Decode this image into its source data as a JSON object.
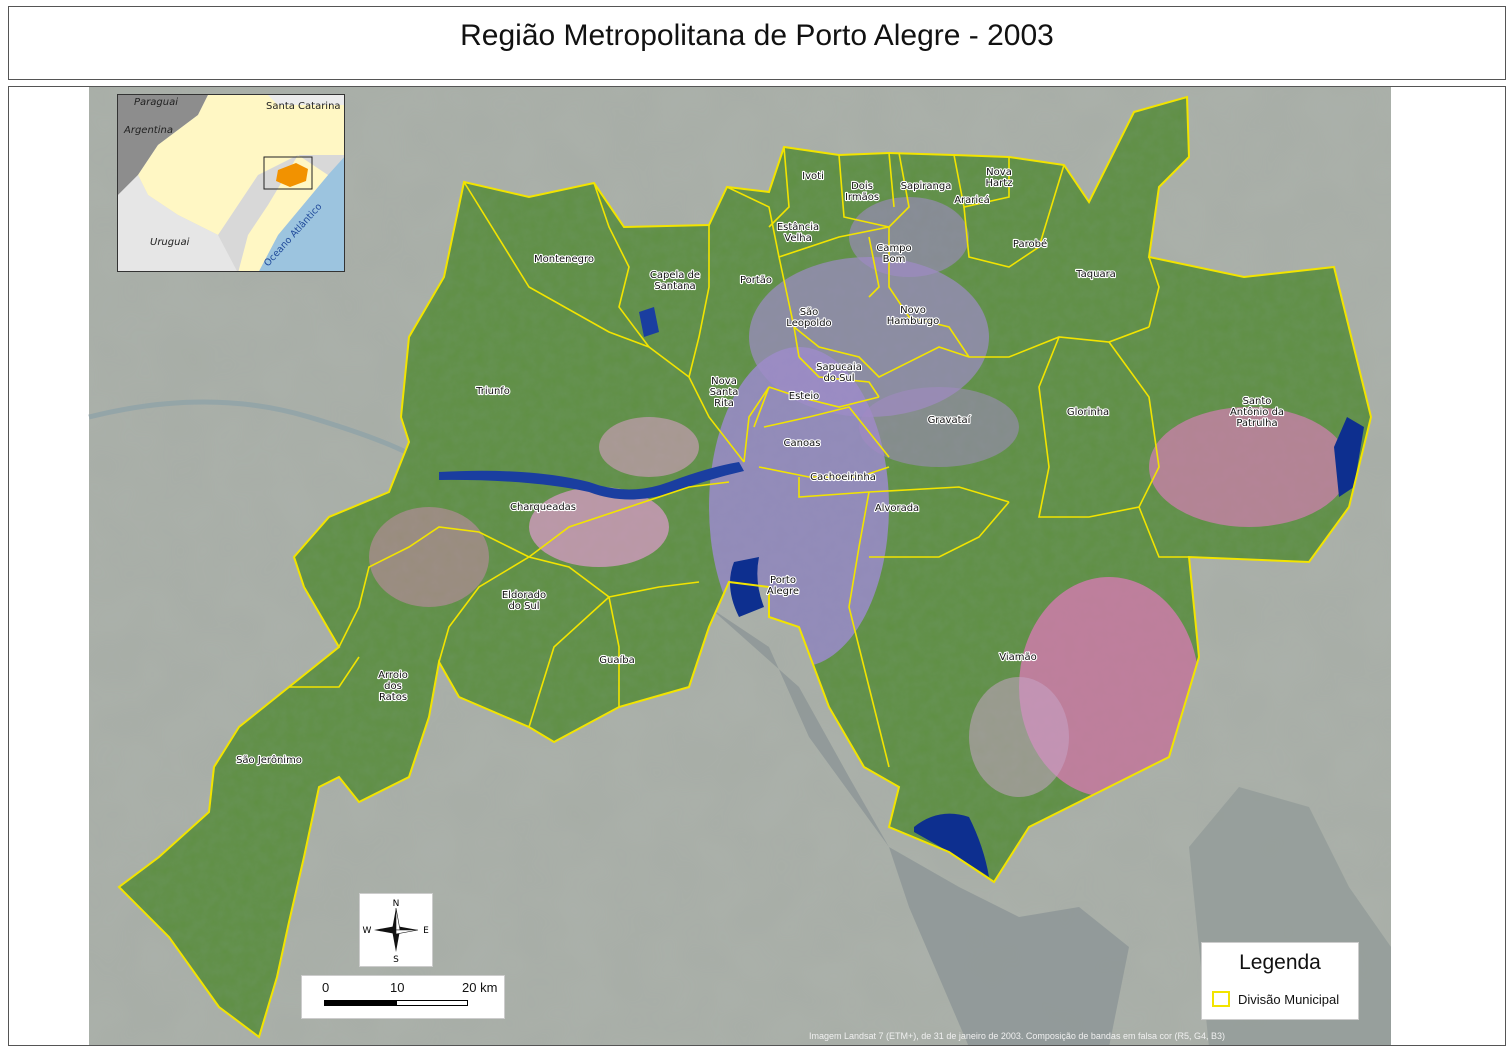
{
  "title": "Região Metropolitana de Porto Alegre - 2003",
  "municipalities": [
    {
      "id": "ivoti",
      "lines": [
        "Ivoti"
      ]
    },
    {
      "id": "dois-irmaos",
      "lines": [
        "Dois",
        "Irmãos"
      ]
    },
    {
      "id": "sapiranga",
      "lines": [
        "Sapiranga"
      ]
    },
    {
      "id": "nova-hartz",
      "lines": [
        "Nova",
        "Hartz"
      ]
    },
    {
      "id": "ararica",
      "lines": [
        "Araricá"
      ]
    },
    {
      "id": "estancia-velha",
      "lines": [
        "Estância",
        "Velha"
      ]
    },
    {
      "id": "campo-bom",
      "lines": [
        "Campo",
        "Bom"
      ]
    },
    {
      "id": "parobe",
      "lines": [
        "Parobé"
      ]
    },
    {
      "id": "taquara",
      "lines": [
        "Taquara"
      ]
    },
    {
      "id": "montenegro",
      "lines": [
        "Montenegro"
      ]
    },
    {
      "id": "capela-de-santana",
      "lines": [
        "Capela de",
        "Santana"
      ]
    },
    {
      "id": "portao",
      "lines": [
        "Portão"
      ]
    },
    {
      "id": "sao-leopoldo",
      "lines": [
        "São",
        "Leopoldo"
      ]
    },
    {
      "id": "novo-hamburgo",
      "lines": [
        "Novo",
        "Hamburgo"
      ]
    },
    {
      "id": "sapucaia-do-sul",
      "lines": [
        "Sapucaia",
        "do Sul"
      ]
    },
    {
      "id": "esteio",
      "lines": [
        "Esteio"
      ]
    },
    {
      "id": "nova-santa-rita",
      "lines": [
        "Nova",
        "Santa",
        "Rita"
      ]
    },
    {
      "id": "triunfo",
      "lines": [
        "Triunfo"
      ]
    },
    {
      "id": "canoas",
      "lines": [
        "Canoas"
      ]
    },
    {
      "id": "gravatai",
      "lines": [
        "Gravataí"
      ]
    },
    {
      "id": "glorinha",
      "lines": [
        "Glorinha"
      ]
    },
    {
      "id": "santo-antonio-da-patrulha",
      "lines": [
        "Santo",
        "Antônio da",
        "Patrulha"
      ]
    },
    {
      "id": "cachoeirinha",
      "lines": [
        "Cachoeirinha"
      ]
    },
    {
      "id": "alvorada",
      "lines": [
        "Alvorada"
      ]
    },
    {
      "id": "charqueadas",
      "lines": [
        "Charqueadas"
      ]
    },
    {
      "id": "porto-alegre",
      "lines": [
        "Porto",
        "Alegre"
      ]
    },
    {
      "id": "eldorado-do-sul",
      "lines": [
        "Eldorado",
        "do Sul"
      ]
    },
    {
      "id": "guaiba",
      "lines": [
        "Guaíba"
      ]
    },
    {
      "id": "viamao",
      "lines": [
        "Viamão"
      ]
    },
    {
      "id": "arroio-dos-ratos",
      "lines": [
        "Arroio",
        "dos",
        "Ratos"
      ]
    },
    {
      "id": "sao-jeronimo",
      "lines": [
        "São Jerônimo"
      ]
    }
  ],
  "inset": {
    "paraguai": "Paraguai",
    "santa_catarina": "Santa Catarina",
    "argentina": "Argentina",
    "uruguai": "Uruguai",
    "oceano": "Oceano Atlântico"
  },
  "compass": {
    "n": "N",
    "s": "S",
    "e": "E",
    "w": "W"
  },
  "scale": {
    "t0": "0",
    "t1": "10",
    "t2": "20 km"
  },
  "legend": {
    "title": "Legenda",
    "item": "Divisão Municipal"
  },
  "credit": "Imagem Landsat 7 (ETM+), de 31 de janeiro de 2003. Composição de bandas em falsa cor (R5, G4, B3)",
  "colors": {
    "boundary": "#f2e400",
    "water": "#0d2f8f",
    "vegetation": "#5a8f3c",
    "urban": "#9a86c8",
    "agriculture": "#d77fb0",
    "background_sat": "#9aa39a"
  }
}
